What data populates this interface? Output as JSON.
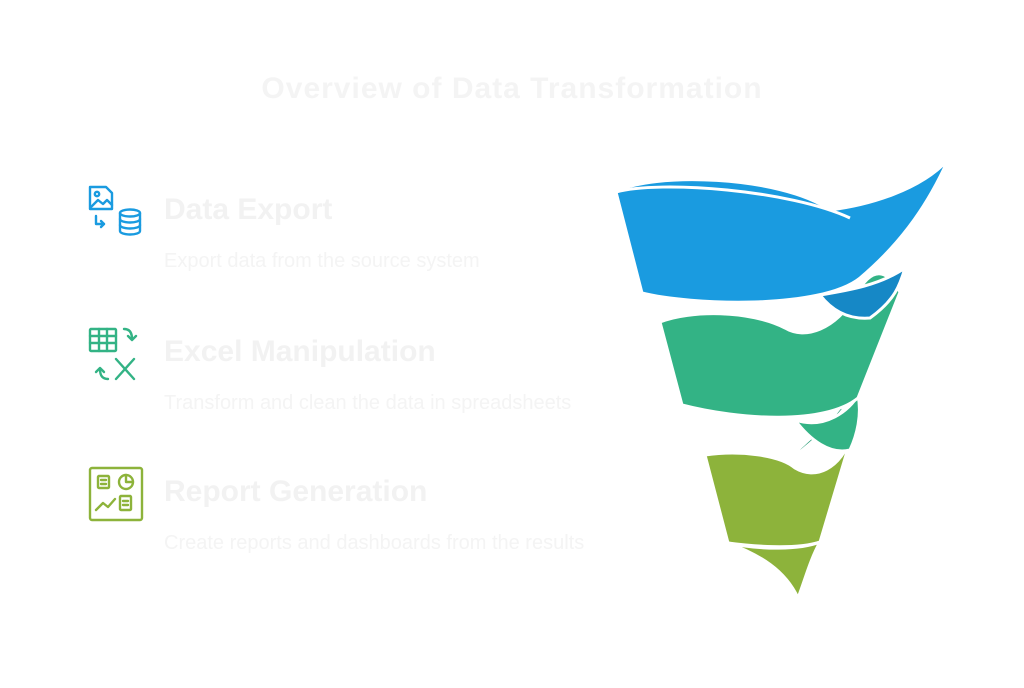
{
  "title": "Overview of Data Transformation",
  "stages": [
    {
      "heading": "Data Export",
      "description": "Export data from the source system",
      "icon": "image-to-database-icon",
      "color": "#1a9be0"
    },
    {
      "heading": "Excel Manipulation",
      "description": "Transform and clean the data in spreadsheets",
      "icon": "spreadsheet-convert-icon",
      "color": "#33b385"
    },
    {
      "heading": "Report Generation",
      "description": "Create reports and dashboards from the results",
      "icon": "dashboard-icon",
      "color": "#8db33b"
    }
  ]
}
